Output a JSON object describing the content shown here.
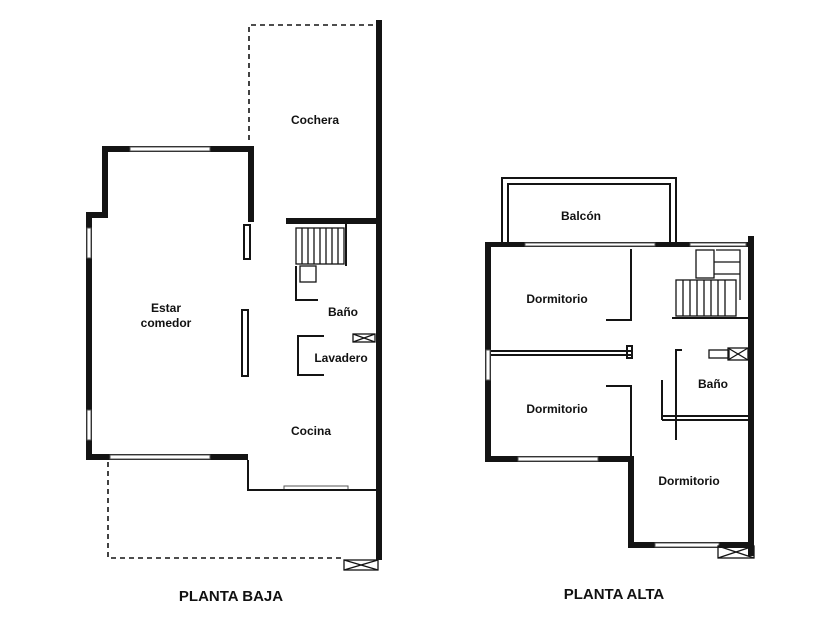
{
  "planta_baja": {
    "title": "PLANTA BAJA",
    "rooms": {
      "cochera": "Cochera",
      "estar_line1": "Estar",
      "estar_line2": "comedor",
      "bano": "Baño",
      "lavadero": "Lavadero",
      "cocina": "Cocina"
    }
  },
  "planta_alta": {
    "title": "PLANTA ALTA",
    "rooms": {
      "balcon": "Balcón",
      "dormitorio_1": "Dormitorio",
      "dormitorio_2": "Dormitorio",
      "bano": "Baño",
      "dormitorio_3": "Dormitorio"
    }
  },
  "colors": {
    "wall": "#141414",
    "background": "#ffffff"
  }
}
